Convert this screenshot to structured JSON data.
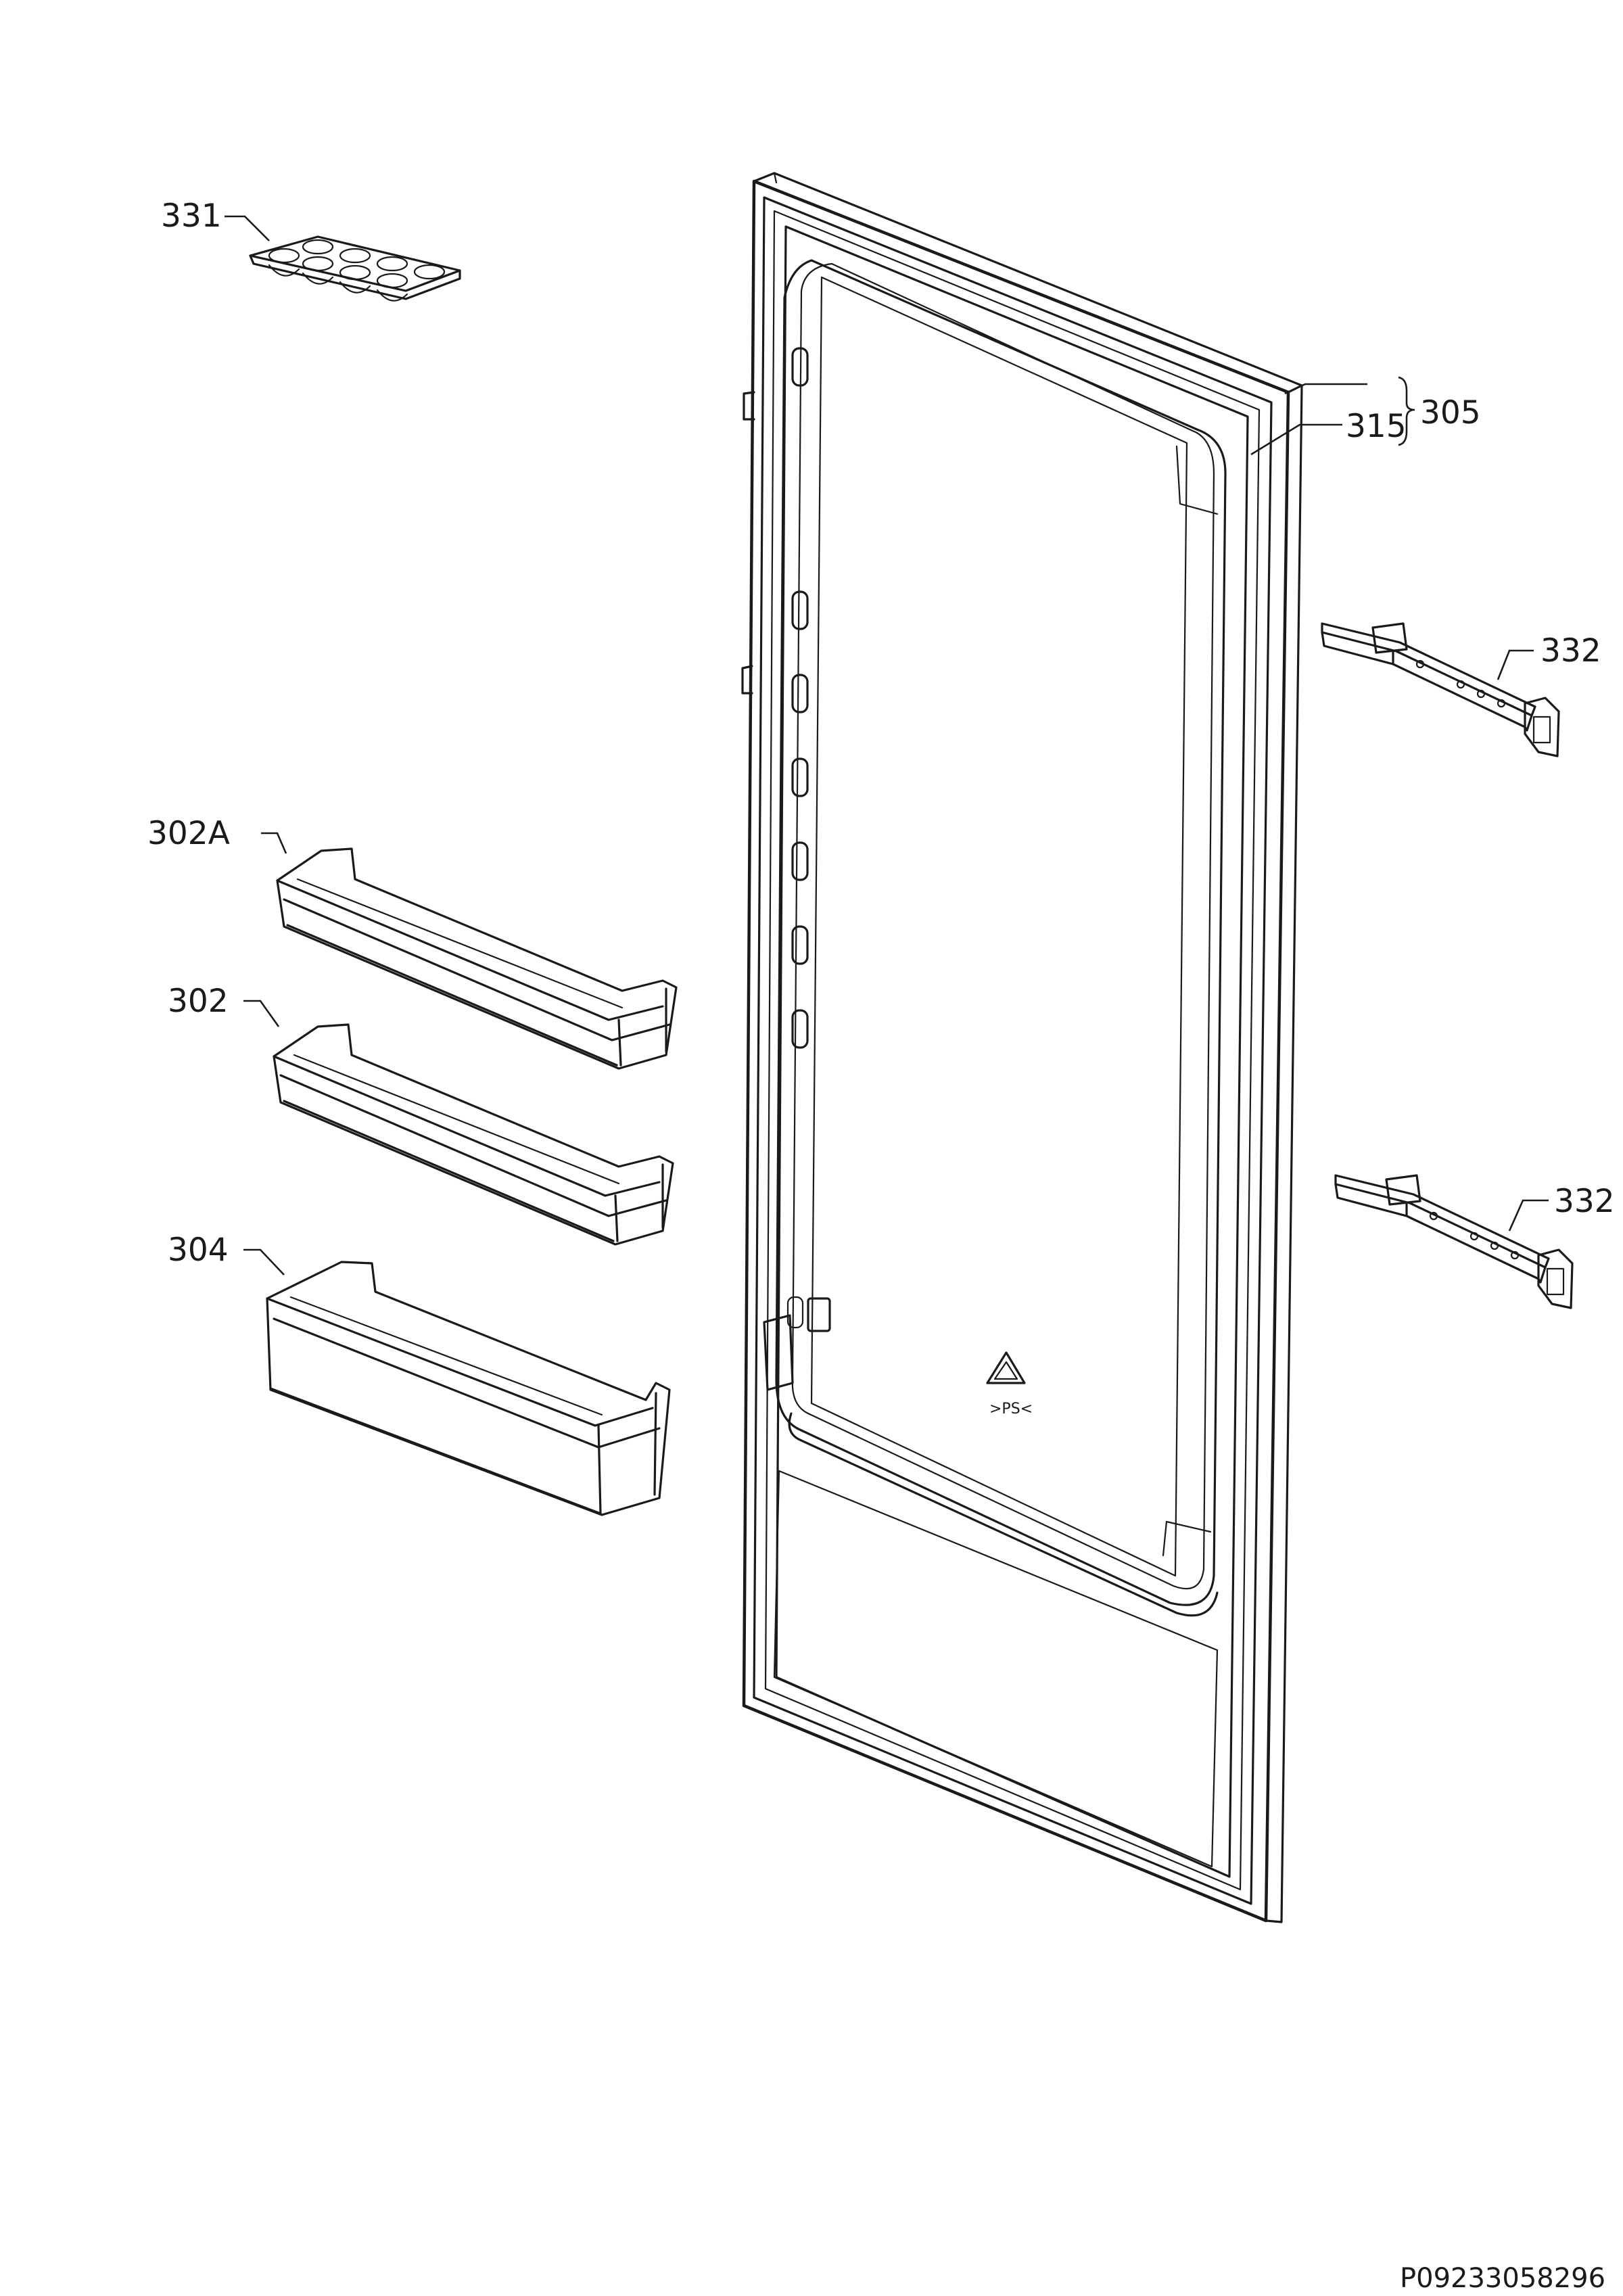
{
  "callouts": {
    "p331": "331",
    "p305": "305",
    "p315": "315",
    "p332_top": "332",
    "p332_bottom": "332",
    "p302a": "302A",
    "p302": "302",
    "p304": "304"
  },
  "drawing_code": "P09233058296",
  "parts": {
    "door": "door-assembly",
    "gasket": "door-gasket",
    "egg_tray": "egg-tray",
    "hinge": "hinge-bracket",
    "shelf": "door-shelf",
    "bottle_shelf": "bottle-shelf",
    "recycle_mark": "recycling-icon"
  }
}
